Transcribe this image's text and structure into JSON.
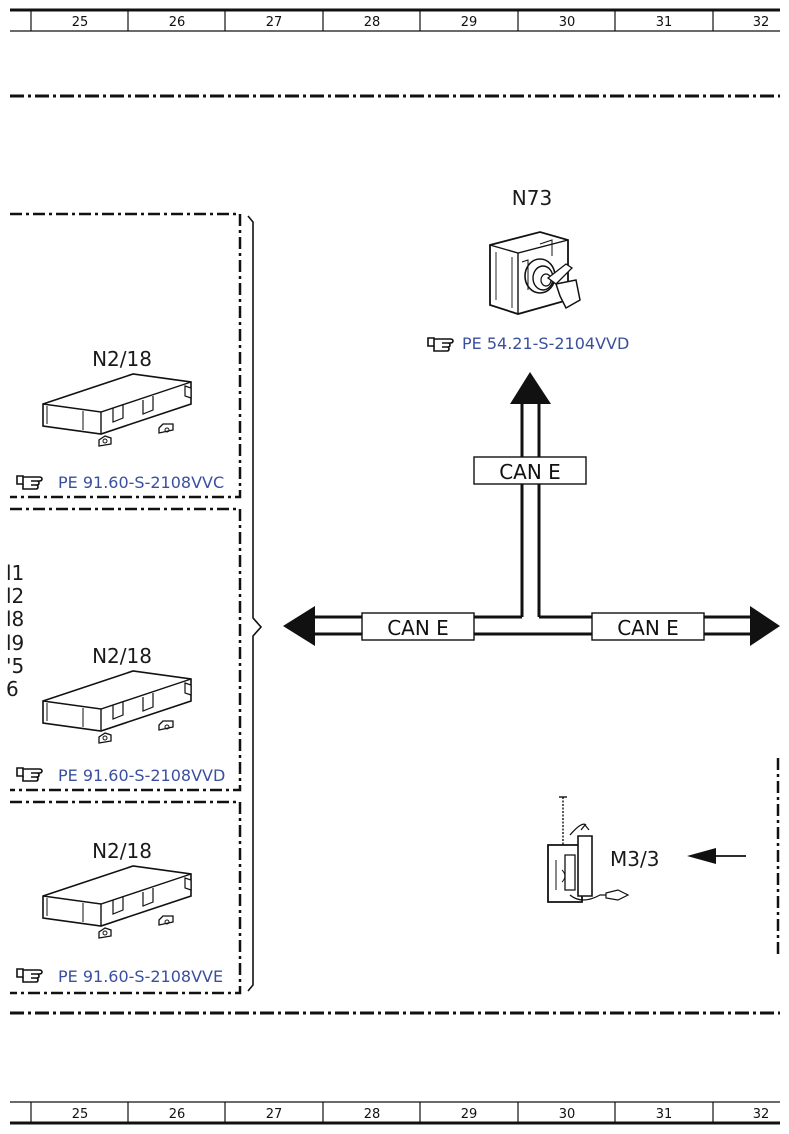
{
  "ruler": {
    "columns": [
      "25",
      "26",
      "27",
      "28",
      "29",
      "30",
      "31",
      "32"
    ]
  },
  "components": {
    "n73": {
      "label": "N73",
      "ref": "PE 54.21-S-2104VVD"
    },
    "n2_18_a": {
      "label": "N2/18",
      "ref": "PE 91.60-S-2108VVC"
    },
    "n2_18_b": {
      "label": "N2/18",
      "ref": "PE 91.60-S-2108VVD"
    },
    "n2_18_c": {
      "label": "N2/18",
      "ref": "PE 91.60-S-2108VVE"
    },
    "m3_3": {
      "label": "M3/3"
    }
  },
  "bus": {
    "top": "CAN E",
    "left": "CAN E",
    "right": "CAN E"
  },
  "side_text": [
    "l1",
    "l2",
    "l8",
    "l9",
    "'5",
    "6"
  ],
  "icons": {
    "reference": "pointing-hand-icon"
  },
  "colors": {
    "ref_text": "#3a4fa0",
    "line": "#111111"
  }
}
